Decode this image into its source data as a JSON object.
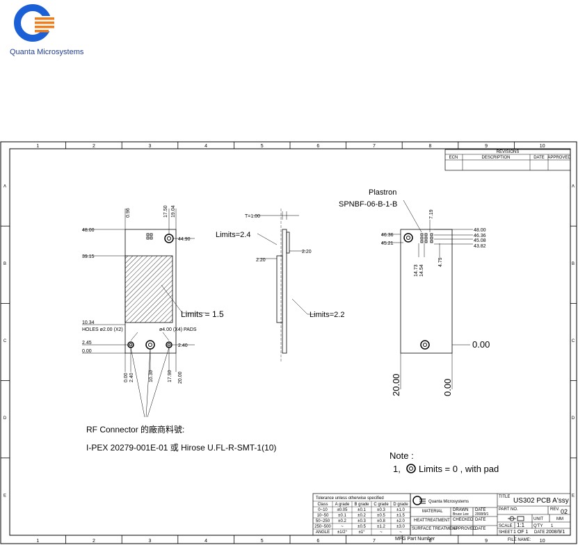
{
  "company": {
    "name": "Quanta Microsystems",
    "brand_colors": {
      "ring": "#1a5fd6",
      "bars": "#f07d1a"
    }
  },
  "frame": {
    "col_labels": [
      "1",
      "2",
      "3",
      "4",
      "5",
      "6",
      "7",
      "8",
      "9",
      "10"
    ],
    "row_labels": [
      "A",
      "B",
      "C",
      "D",
      "E"
    ]
  },
  "revisions": {
    "title": "REVISIONS",
    "headers": [
      "ECN",
      "DESCRIPTION",
      "DATE",
      "APPROVED"
    ]
  },
  "front_view": {
    "left_dims": [
      "48.00",
      "39.15",
      "10.34",
      "2.45",
      "0.00"
    ],
    "top_dims": [
      "0.96",
      "17.50",
      "19.04"
    ],
    "right_dims": [
      "44.90",
      "2.40"
    ],
    "bottom_dims": [
      "0.00",
      "2.40",
      "10.30",
      "17.90",
      "20.00"
    ],
    "holes_label": "HOLES ø2.00 (X2)",
    "pads_label": "ø4.00 (X4) PADS",
    "limits_label": "Limits = 1.5"
  },
  "side_view": {
    "thickness": "T=1.00",
    "limits_top": "Limits=2.4",
    "dim_a": "2.20",
    "dim_b": "2.20",
    "limits_bottom": "Limits=2.2"
  },
  "rear_view": {
    "plastron_title": "Plastron",
    "plastron_part": "SPNBF-06-B-1-B",
    "left_dims": [
      "46.36",
      "45.21"
    ],
    "top_dim": "7.19",
    "right_dims": [
      "48.00",
      "46.36",
      "45.08",
      "43.82"
    ],
    "mid_dims": [
      "14.73",
      "14.54",
      "4.79"
    ],
    "zero_label": "0.00",
    "bottom_dims": [
      "20.00",
      "0.00"
    ]
  },
  "rf_note": {
    "line1": "RF Connector 的廠商料號:",
    "line2": "I-PEX 20279-001E-01 或 Hirose U.FL-R-SMT-1(10)"
  },
  "note": {
    "title": "Note :",
    "prefix": "1,",
    "text": "Limits = 0 , with pad"
  },
  "tolerance": {
    "title": "Tolerance unless otherwise specified",
    "headers": [
      "Class",
      "A grade",
      "B grade",
      "C grade",
      "D grade"
    ],
    "rows": [
      [
        "0~10",
        "±0.05",
        "±0.1",
        "±0.3",
        "±1.0"
      ],
      [
        "10~50",
        "±0.1",
        "±0.2",
        "±0.5",
        "±1.5"
      ],
      [
        "50~250",
        "±0.2",
        "±0.3",
        "±0.8",
        "±2.0"
      ],
      [
        "250~500",
        "~",
        "±0.5",
        "±1.2",
        "±3.0"
      ],
      [
        "ANGLE",
        "±1/2°",
        "±1°",
        "~",
        "~"
      ]
    ]
  },
  "title_block": {
    "material": "MATERIAL",
    "heattreatment": "HEATTREATMENT",
    "surface": "SURFACE TREATMENT",
    "drawn": "DRAWN",
    "drawn_by": "Bruce Lee",
    "checked": "CHECKED",
    "approved": "APPROVED",
    "date_label": "DATE",
    "date_drawn": "2008/9/1",
    "title_label": "TITLE",
    "title": "US302 PCB A'ssy",
    "part_label": "PART NO.",
    "rev_label": "REV.",
    "rev": "02",
    "unit_label": "UNIT",
    "unit": "MM",
    "scale_label": "SCALE",
    "scale": "1:1",
    "qty_label": "Q'TY",
    "qty": "1",
    "sheet_label": "SHEET",
    "sheet": "1 OF 1",
    "date": "2008/9/1",
    "mfg_label": "MFG Part Number",
    "file_label": "FILE NAME:"
  }
}
